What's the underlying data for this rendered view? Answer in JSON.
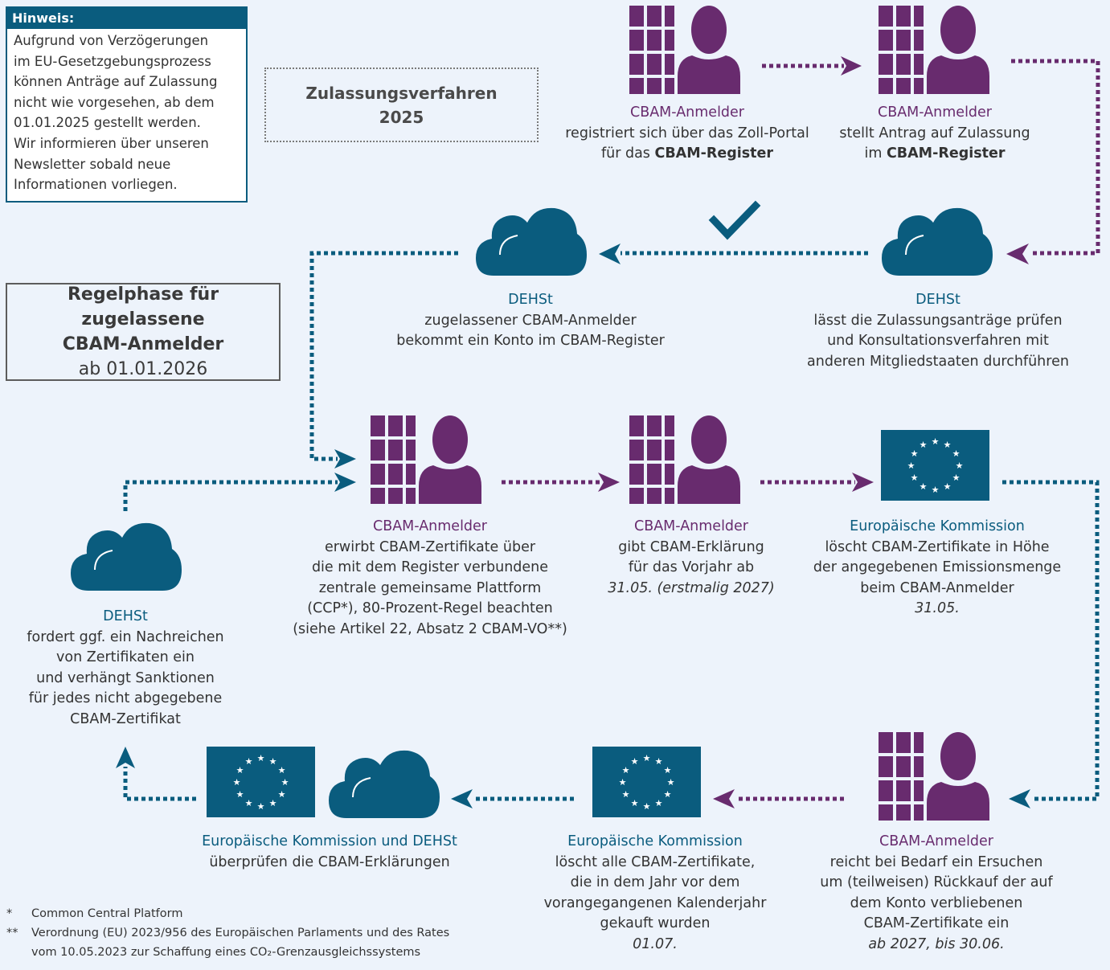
{
  "hinweis": {
    "title": "Hinweis:",
    "lines": [
      "Aufgrund von Verzögerungen",
      "im EU-Gesetzgebungsprozess",
      "können Anträge auf Zulassung",
      "nicht wie vorgesehen, ab dem",
      "01.01.2025 gestellt werden.",
      "Wir informieren über unseren",
      "Newsletter sobald neue",
      "Informationen vorliegen."
    ]
  },
  "zulassung_box": {
    "line1": "Zulassungsverfahren",
    "line2": "2025"
  },
  "regel_box": {
    "line1": "Regelphase für zugelassene",
    "line2": "CBAM-Anmelder",
    "line3": "ab 01.01.2026"
  },
  "nodes": {
    "n1": {
      "title": "CBAM-Anmelder",
      "l1": "registriert sich über das Zoll-Portal",
      "l2_pre": "für das ",
      "l2_bold": "CBAM-Register"
    },
    "n2": {
      "title": "CBAM-Anmelder",
      "l1": "stellt Antrag auf Zulassung",
      "l2_pre": "im ",
      "l2_bold": "CBAM-Register"
    },
    "n3": {
      "title": "DEHSt",
      "lines": [
        "lässt die Zulassungsanträge prüfen",
        "und Konsultationsverfahren mit",
        "anderen Mitgliedstaaten durchführen"
      ]
    },
    "n4": {
      "title": "DEHSt",
      "lines": [
        "zugelassener CBAM-Anmelder",
        "bekommt ein Konto im CBAM-Register"
      ]
    },
    "n5": {
      "title": "CBAM-Anmelder",
      "lines": [
        "erwirbt CBAM-Zertifikate über",
        "die mit dem Register verbundene",
        "zentrale gemeinsame Plattform",
        "(CCP*), 80-Prozent-Regel beachten",
        "(siehe Artikel 22, Absatz 2 CBAM-VO**)"
      ]
    },
    "n6": {
      "title": "CBAM-Anmelder",
      "lines": [
        "gibt CBAM-Erklärung",
        "für das Vorjahr ab"
      ],
      "italic": "31.05. (erstmalig 2027)"
    },
    "n7": {
      "title": "Europäische Kommission",
      "lines": [
        "löscht CBAM-Zertifikate in Höhe",
        "der angegebenen Emissionsmenge",
        "beim CBAM-Anmelder"
      ],
      "italic": "31.05."
    },
    "n8": {
      "title": "DEHSt",
      "lines": [
        "fordert ggf. ein Nachreichen",
        "von Zertifikaten ein",
        "und verhängt Sanktionen",
        "für jedes nicht abgegebene",
        "CBAM-Zertifikat"
      ]
    },
    "n9": {
      "title": "CBAM-Anmelder",
      "lines": [
        "reicht bei Bedarf ein Ersuchen",
        "um (teilweisen) Rückkauf der auf",
        "dem Konto verbliebenen",
        "CBAM-Zertifikate ein"
      ],
      "italic": "ab 2027, bis 30.06."
    },
    "n10": {
      "title": "Europäische Kommission",
      "lines": [
        "löscht alle CBAM-Zertifikate,",
        "die in dem Jahr vor dem",
        "vorangegangenen Kalenderjahr",
        "gekauft wurden"
      ],
      "italic": "01.07."
    },
    "n11": {
      "title": "Europäische Kommission und DEHSt",
      "lines": [
        "überprüfen die CBAM-Erklärungen"
      ]
    }
  },
  "footnotes": [
    {
      "mark": "*",
      "text": "Common Central Platform"
    },
    {
      "mark": "**",
      "text": "Verordnung (EU) 2023/956 des Europäischen Parlaments und des Rates"
    },
    {
      "mark": "",
      "text": "vom 10.05.2023 zur Schaffung eines CO₂-Grenzausgleichssystems"
    }
  ],
  "colors": {
    "purple": "#682b6e",
    "teal": "#0a5c7e",
    "background": "#edf3fb"
  },
  "icon_names": [
    "person-building-icon",
    "cloud-icon",
    "eu-flag-icon",
    "checkmark-icon"
  ]
}
